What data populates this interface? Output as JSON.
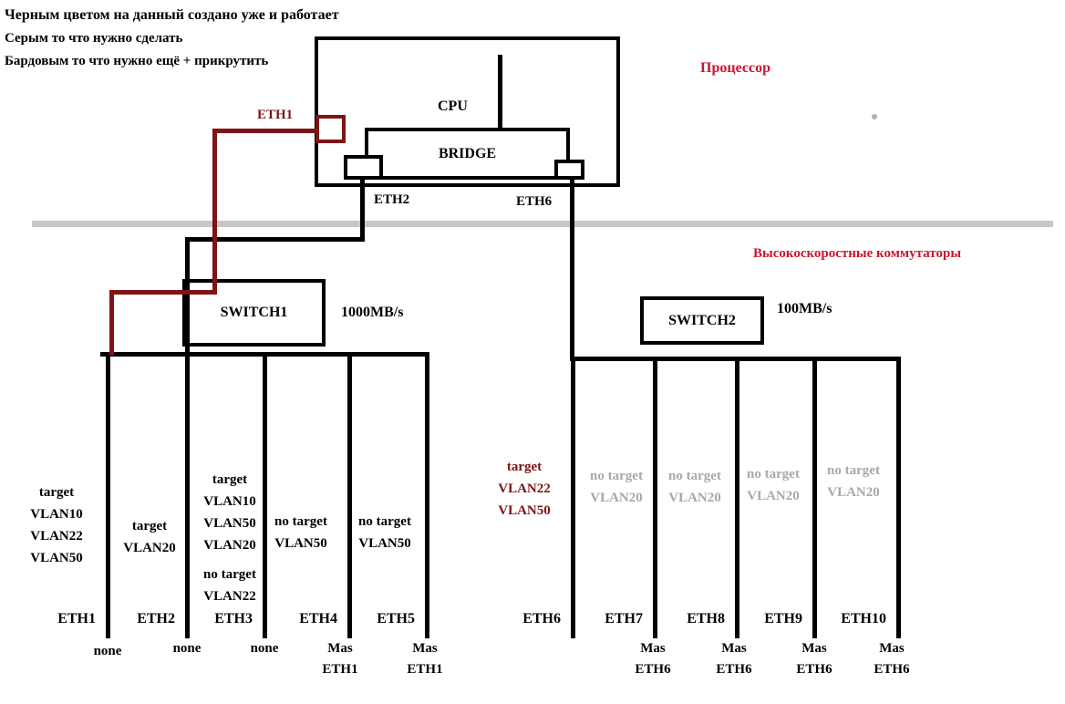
{
  "colors": {
    "done_black": "#000000",
    "todo_gray": "#a8a8a8",
    "extra_maroon": "#7e1416",
    "heading_red": "#cb1430",
    "divider_gray": "#c9c6c6"
  },
  "legend": {
    "line1": "Черным цветом на данный создано уже и работает",
    "line2": "Серым то что нужно сделать",
    "line3": "Бардовым то что нужно ещё + прикрутить"
  },
  "sections": {
    "processor": "Процессор",
    "switches": "Высокоскоростные коммутаторы"
  },
  "cpu": {
    "label": "CPU",
    "bridge_label": "BRIDGE",
    "eth1_label": "ETH1",
    "eth2_label": "ETH2",
    "eth6_label": "ETH6"
  },
  "switch1": {
    "label": "SWITCH1",
    "speed": "1000MB/s"
  },
  "switch2": {
    "label": "SWITCH2",
    "speed": "100MB/s"
  },
  "left_ports": [
    {
      "name": "ETH1",
      "annotation": [
        "target",
        "VLAN10",
        "VLAN22",
        "VLAN50"
      ],
      "bottom": [
        "none"
      ]
    },
    {
      "name": "ETH2",
      "annotation": [
        "target",
        "VLAN20"
      ],
      "bottom": [
        "none"
      ]
    },
    {
      "name": "ETH3",
      "annotation": [
        "target",
        "VLAN10",
        "VLAN50",
        "VLAN20"
      ],
      "annotation2": [
        "no target",
        "VLAN22"
      ],
      "bottom": [
        "none"
      ]
    },
    {
      "name": "ETH4",
      "annotation": [
        "no target",
        "VLAN50"
      ],
      "bottom": [
        "Mas",
        "ETH1"
      ]
    },
    {
      "name": "ETH5",
      "annotation": [
        "no target",
        "VLAN50"
      ],
      "bottom": [
        "Mas",
        "ETH1"
      ]
    }
  ],
  "right_ports": [
    {
      "name": "ETH6",
      "annotation": [
        "target",
        "VLAN22",
        "VLAN50"
      ],
      "bottom": []
    },
    {
      "name": "ETH7",
      "annotation": [
        "no target",
        "VLAN20"
      ],
      "bottom": [
        "Mas",
        "ETH6"
      ]
    },
    {
      "name": "ETH8",
      "annotation": [
        "no target",
        "VLAN20"
      ],
      "bottom": [
        "Mas",
        "ETH6"
      ]
    },
    {
      "name": "ETH9",
      "annotation": [
        "no target",
        "VLAN20"
      ],
      "bottom": [
        "Mas",
        "ETH6"
      ]
    },
    {
      "name": "ETH10",
      "annotation": [
        "no target",
        "VLAN20"
      ],
      "bottom": [
        "Mas",
        "ETH6"
      ]
    }
  ]
}
